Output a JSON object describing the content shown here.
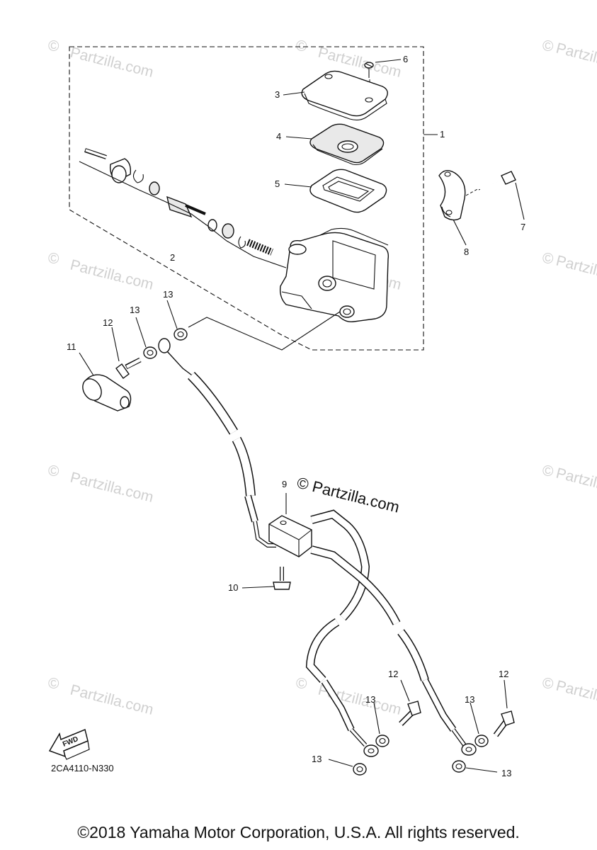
{
  "callouts": {
    "c1": "1",
    "c2": "2",
    "c3": "3",
    "c4": "4",
    "c5": "5",
    "c6": "6",
    "c7": "7",
    "c8": "8",
    "c9": "9",
    "c10": "10",
    "c11": "11",
    "c12a": "12",
    "c12b": "12",
    "c12c": "12",
    "c13a": "13",
    "c13b": "13",
    "c13c": "13",
    "c13d": "13",
    "c13e": "13",
    "c13f": "13"
  },
  "watermark": {
    "small": "Partzilla.com",
    "symbol": "©",
    "main": "© Partzilla.com"
  },
  "fwd_label": "FWD",
  "part_code": "2CA4110-N330",
  "copyright": "©2018 Yamaha Motor Corporation, U.S.A. All rights reserved."
}
